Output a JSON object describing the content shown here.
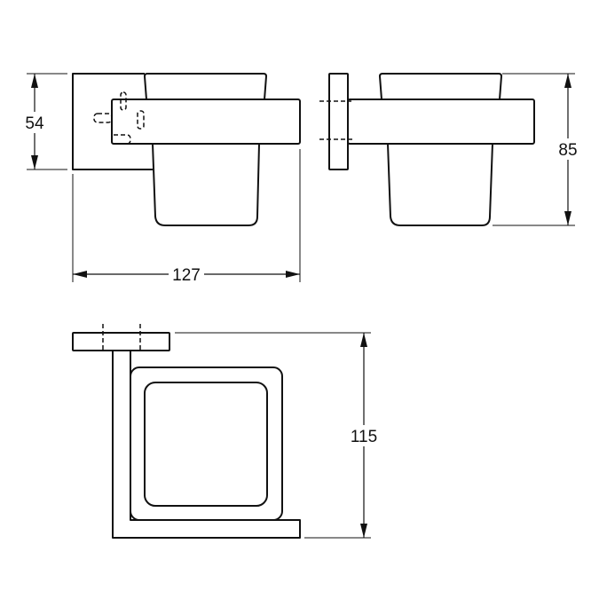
{
  "dimensions": {
    "front_height": "54",
    "overall_width": "127",
    "side_height": "85",
    "top_depth": "115"
  },
  "colors": {
    "line": "#111111",
    "background": "#ffffff"
  }
}
